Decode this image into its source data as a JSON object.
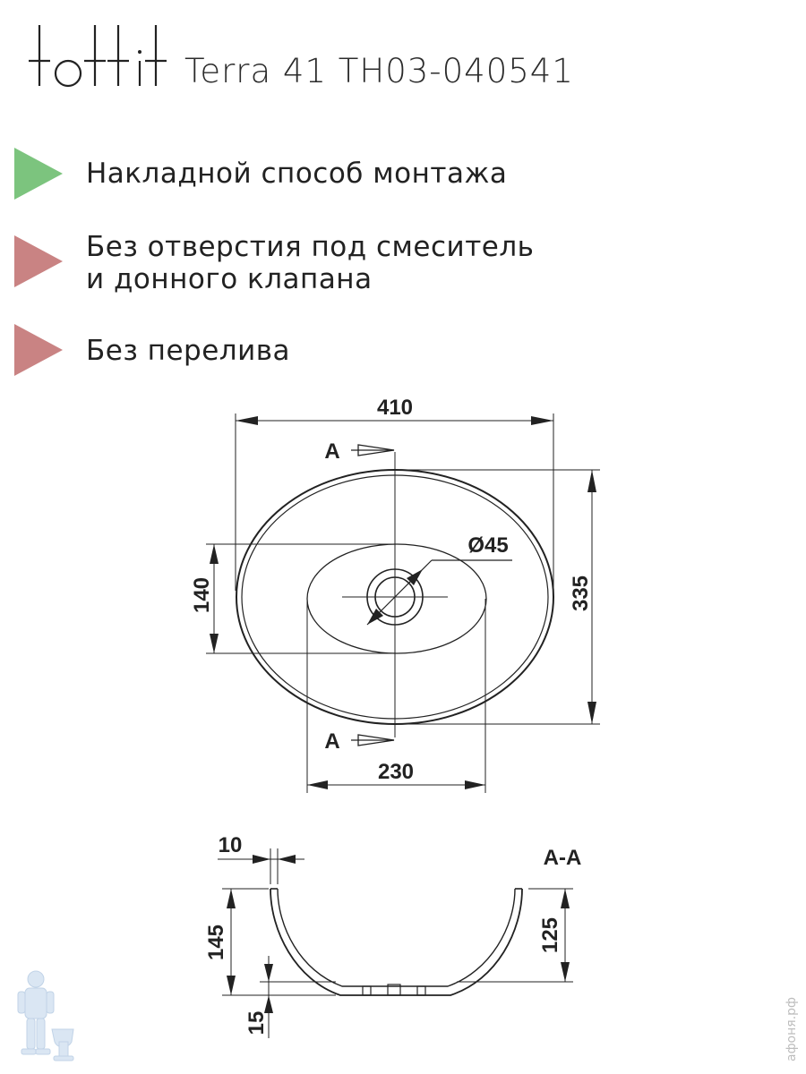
{
  "header": {
    "brand": "tottit",
    "model": "Terra 41 TH03-040541"
  },
  "features": [
    {
      "icon": "green-triangle-icon",
      "color": "#7cc47e",
      "lines": [
        "Накладной способ монтажа"
      ]
    },
    {
      "icon": "red-triangle-icon",
      "color": "#c98383",
      "lines": [
        "Без отверстия под смеситель",
        "и донного клапана"
      ]
    },
    {
      "icon": "red-triangle-icon",
      "color": "#c98383",
      "lines": [
        "Без перелива"
      ]
    }
  ],
  "top_view": {
    "width_label": "410",
    "depth_label": "335",
    "bowl_depth_label": "140",
    "bowl_width_label": "230",
    "drain_label": "Ø45",
    "section_marker_top": "A",
    "section_marker_bottom": "A"
  },
  "section_view": {
    "title": "A-A",
    "wall_label": "10",
    "height_label": "145",
    "inner_height_label": "125",
    "base_label": "15"
  },
  "watermark": {
    "site": "афоня.рф"
  }
}
